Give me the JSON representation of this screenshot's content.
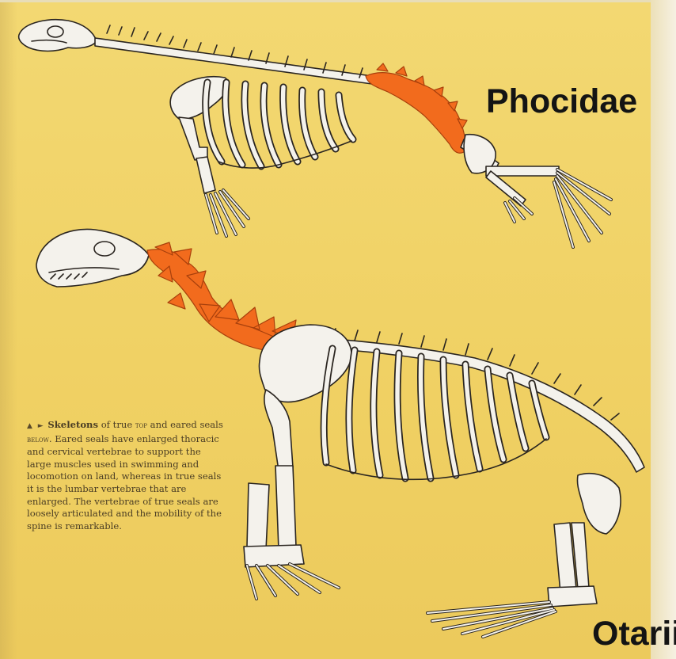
{
  "labels": {
    "top": "Phocidae",
    "bottom": "Otarii"
  },
  "caption": {
    "arrows": "▲ ►",
    "lead": "Skeletons",
    "part1": " of true ",
    "sc1": "top",
    "part2": " and eared seals ",
    "sc2": "below",
    "part3": ". Eared seals have enlarged thoracic and cervical vertebrae to support the large muscles used in swimming and locomotion on land, whereas in true seals it is the lumbar vertebrae that are enlarged. The vertebrae of true seals are loosely articulated and the mobility of the spine is remarkable."
  },
  "colors": {
    "background": "#f0d164",
    "highlight": "#f26b1d",
    "bone": "#f4f2ec",
    "outline": "#2a2520"
  },
  "icons": [
    "triangle-up-icon",
    "triangle-right-icon"
  ]
}
